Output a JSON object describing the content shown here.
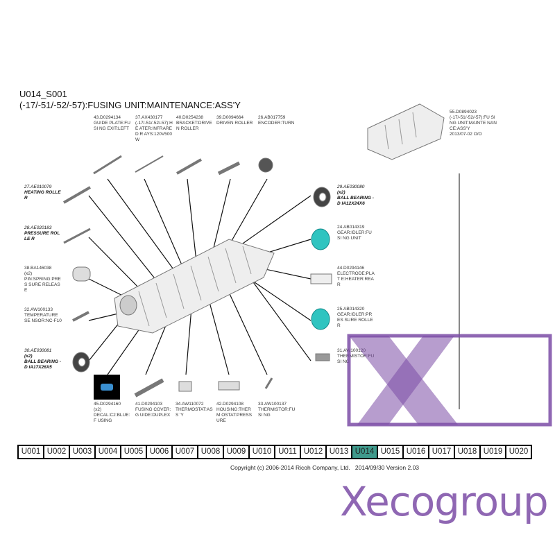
{
  "title": {
    "line1": "U014_S001",
    "line2": "(-17/-51/-52/-57):FUSING UNIT:MAINTENANCE:ASS'Y"
  },
  "parts": {
    "p43": {
      "no": "43.D0294134",
      "desc": "GUIDE PLATE:FUSI NG EXIT:LEFT"
    },
    "p37": {
      "no": "37.AX430177",
      "desc": "(-17/-51/-52/-57):HE ATER:INFRARED:R AYS:120V500W"
    },
    "p40": {
      "no": "40.D0254238",
      "desc": "BRACKET:DRIVEN ROLLER"
    },
    "p39": {
      "no": "39.D0094664",
      "desc": "DRIVEN ROLLER"
    },
    "p26": {
      "no": "26.AB017759",
      "desc": "ENCODER:TURN"
    },
    "p27": {
      "no": "27.AE010079",
      "desc": "HEATING ROLLER"
    },
    "p28": {
      "no": "28.AE020183",
      "desc": "PRESSURE ROLLE R"
    },
    "p38": {
      "no": "38.BA146038",
      "qty": "(x2)",
      "desc": "PIN:SPRING:PRES SURE RELEASE"
    },
    "p32": {
      "no": "32.AW100133",
      "desc": "TEMPERATURE SE NSOR:NC-F10"
    },
    "p30": {
      "no": "30.AE030081",
      "qty": "(x2)",
      "desc": "BALL BEARING - D IA17X26X5"
    },
    "p29": {
      "no": "29.AE030080",
      "qty": "(x2)",
      "desc": "BALL BEARING - D IA12X24X6"
    },
    "p24": {
      "no": "24.AB014319",
      "desc": "GEAR:IDLER:FUSI NG UNIT"
    },
    "p44": {
      "no": "44.D0294146",
      "desc": "ELECTRODE:PLAT E:HEATER:REAR"
    },
    "p25": {
      "no": "25.AB014320",
      "desc": "GEAR:IDLER:PRES SURE ROLLER"
    },
    "p31": {
      "no": "31.AW100120",
      "desc": "THERMISTOR:FUSI NG"
    },
    "p45": {
      "no": "45.D0294160",
      "qty": "(x2)",
      "desc": "DECAL:C2:BLUE:F USING"
    },
    "p41": {
      "no": "41.D0294103",
      "desc": "FUSING COVER:G UIDE:DUPLEX"
    },
    "p34": {
      "no": "34.AW110072",
      "desc": "THERMOSTAT:ASS 'Y"
    },
    "p42": {
      "no": "42.D0294108",
      "desc": "HOUSING:THERM OSTAT:PRESSURE"
    },
    "p33": {
      "no": "33.AW100137",
      "desc": "THERMISTOR:FUSI NG"
    },
    "p55": {
      "no": "55.D0894023",
      "desc": "(-17/-51/-52/-57):FU SING UNIT:MAINTE NANCE:ASS'Y",
      "date": "2013/07-02 O/O"
    }
  },
  "nav": {
    "pages": [
      "U001",
      "U002",
      "U003",
      "U004",
      "U005",
      "U006",
      "U007",
      "U008",
      "U009",
      "U010",
      "U011",
      "U012",
      "U013",
      "U014",
      "U015",
      "U016",
      "U017",
      "U018",
      "U019",
      "U020"
    ],
    "active": "U014"
  },
  "footer": {
    "copyright": "Copyright (c) 2006-2014 Ricoh Company, Ltd.",
    "version": "2014/09/30 Version 2.03"
  },
  "watermark": {
    "text": "Xecogroup",
    "color": "#7b4ca6"
  },
  "colors": {
    "active_page": "#3f9a8c",
    "gear": "#2fc4c0"
  }
}
